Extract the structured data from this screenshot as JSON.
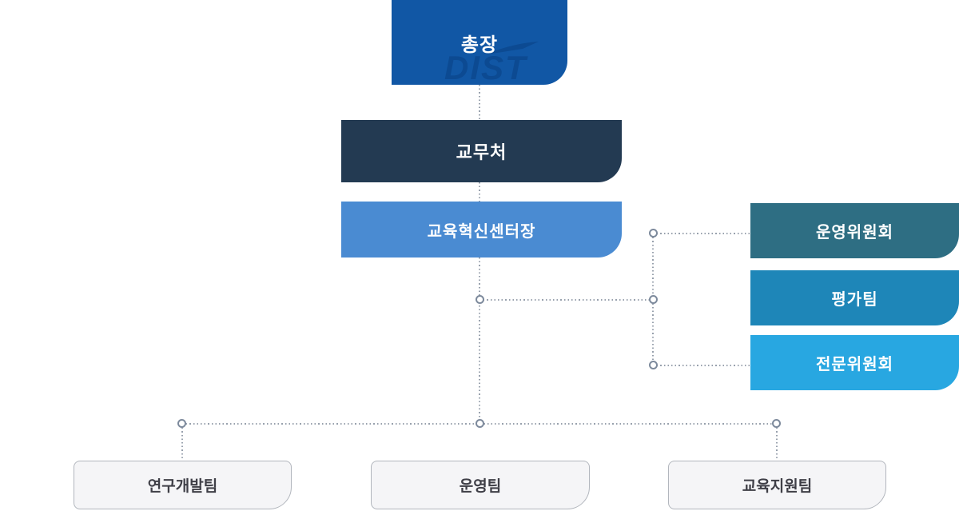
{
  "org_chart": {
    "watermark_text": "DIST",
    "nodes": {
      "president": {
        "label": "총장",
        "color": "#1157a5"
      },
      "academic_affairs": {
        "label": "교무처",
        "color": "#233a52"
      },
      "center_director": {
        "label": "교육혁신센터장",
        "color": "#4a8bd2"
      },
      "steering_committee": {
        "label": "운영위원회",
        "color": "#2e6e83"
      },
      "evaluation_team": {
        "label": "평가팀",
        "color": "#1e86b8"
      },
      "expert_committee": {
        "label": "전문위원회",
        "color": "#28a7e1"
      },
      "rnd_team": {
        "label": "연구개발팀",
        "color": "#f5f5f7"
      },
      "operations_team": {
        "label": "운영팀",
        "color": "#f5f5f7"
      },
      "education_support_team": {
        "label": "교육지원팀",
        "color": "#f5f5f7"
      }
    },
    "line_color": "#98a1ad",
    "node_ring_color": "#7d8a9c",
    "team_text_color": "#3f3f47"
  }
}
